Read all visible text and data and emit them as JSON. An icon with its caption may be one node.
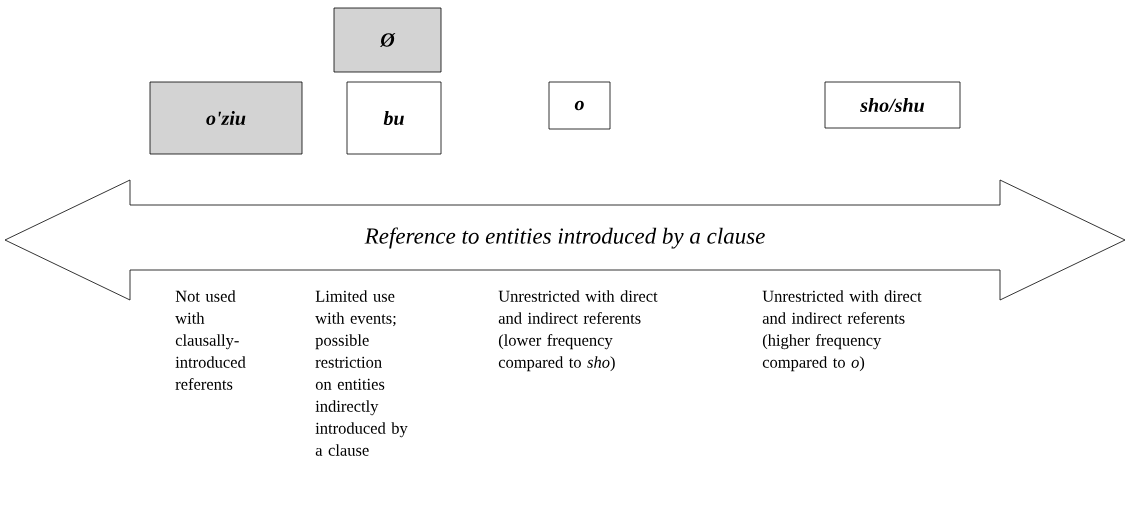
{
  "diagram": {
    "nodes": [
      {
        "text": [
          "o'ziu"
        ]
      },
      {
        "text": [
          "Ø"
        ]
      },
      {
        "text": [
          "bu"
        ]
      },
      {
        "text": [
          "o"
        ]
      },
      {
        "text": [
          "sho/shu"
        ]
      },
      {
        "text": [
          "Reference to entities introduced by a clause"
        ]
      }
    ],
    "labels": [
      "Not used with clausally-introduced referents",
      "Limited use with events; possible restriction on entities indirectly introduced by a clause",
      "Unrestricted with direct and indirect referents (lower frequency compared to *sho*)",
      "Unrestricted with direct and indirect referents (higher frequency compared to *o*)"
    ]
  }
}
